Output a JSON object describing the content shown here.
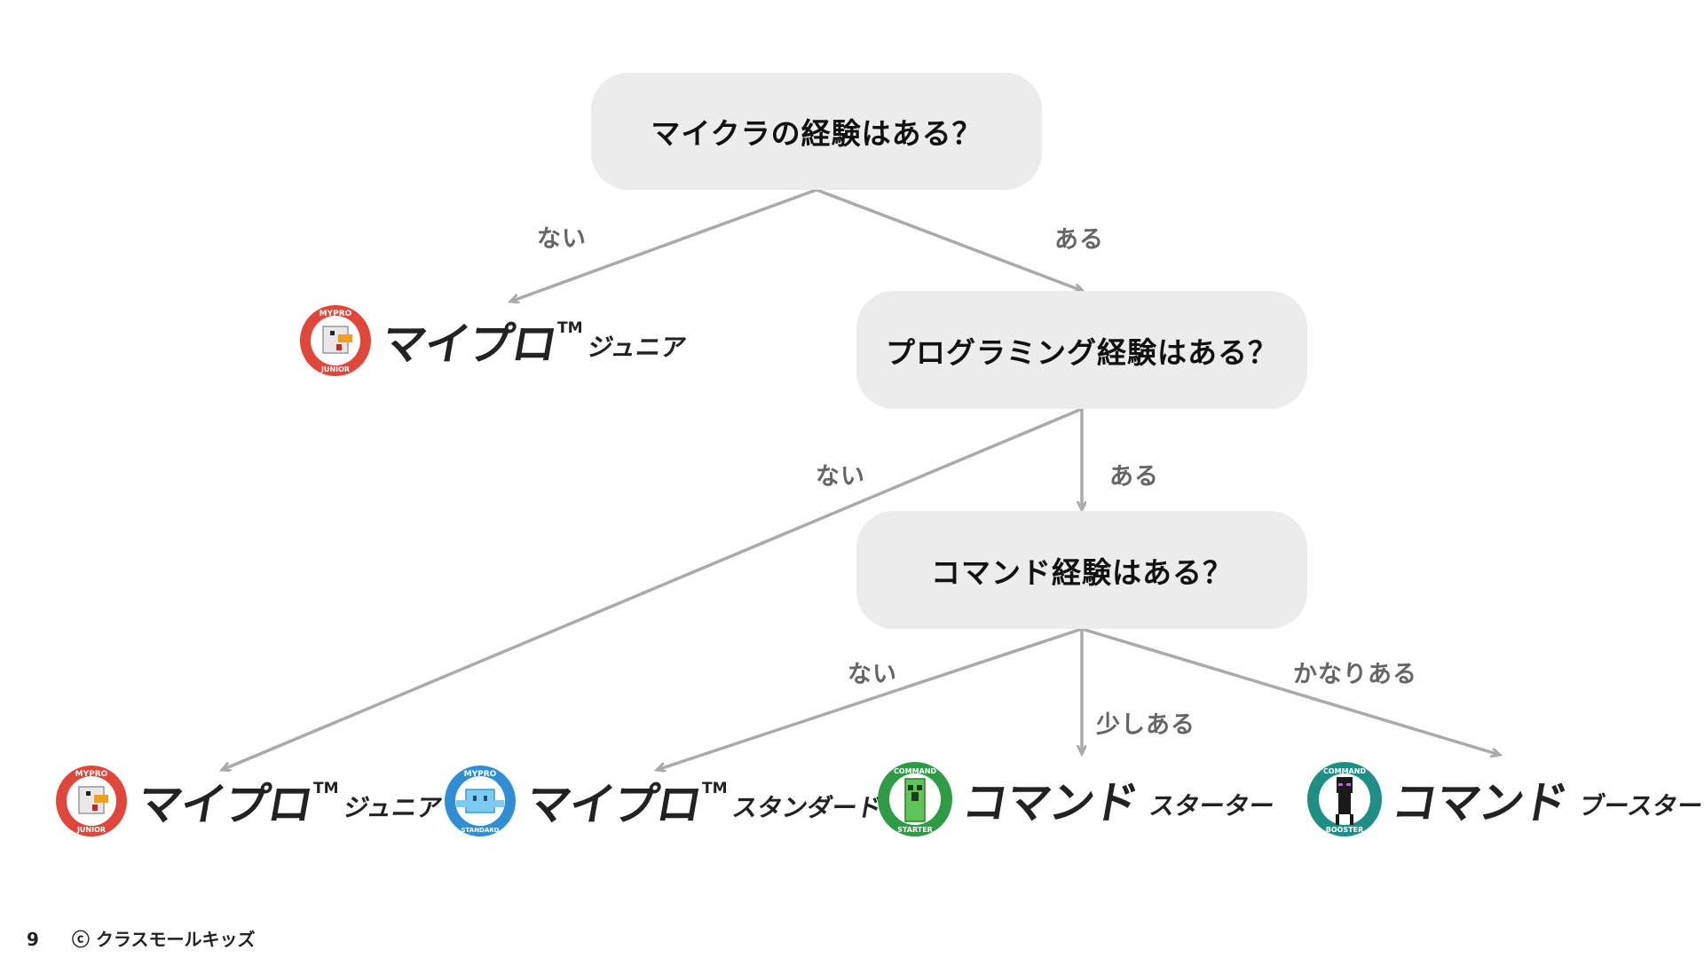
{
  "questions": {
    "q1": "マイクラの経験はある？",
    "q2": "プログラミング経験はある？",
    "q3": "コマンド経験はある？"
  },
  "edge_labels": {
    "q1_no": "ない",
    "q1_yes": "ある",
    "q2_no": "ない",
    "q2_yes": "ある",
    "q3_no": "ない",
    "q3_little": "少しある",
    "q3_much": "かなりある"
  },
  "products": {
    "junior": {
      "main": "マイプロ",
      "tm": "TM",
      "sub": "ジュニア",
      "badge_top": "MYPRO",
      "badge_bottom": "JUNIOR",
      "color": "#e0463a"
    },
    "standard": {
      "main": "マイプロ",
      "tm": "TM",
      "sub": "スタンダード",
      "badge_top": "MYPRO",
      "badge_bottom": "STANDARD",
      "color": "#2f8ed6"
    },
    "starter": {
      "main": "コマンド",
      "sub": "スターター",
      "badge_top": "COMMAND",
      "badge_bottom": "STARTER",
      "color": "#2e9c45"
    },
    "booster": {
      "main": "コマンド",
      "sub": "ブースター",
      "badge_top": "COMMAND",
      "badge_bottom": "BOOSTER",
      "color": "#1f8f86"
    }
  },
  "colors": {
    "edge": "#aaaaaa",
    "node": "#ececec",
    "label": "#666666"
  },
  "footer": {
    "page": "9",
    "copyright": "ⓒ クラスモールキッズ"
  }
}
